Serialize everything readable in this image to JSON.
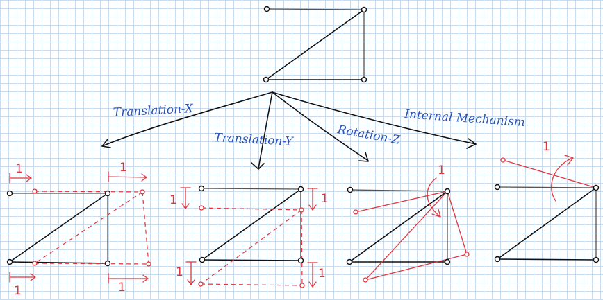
{
  "labels": {
    "translation_x": "Translation-X",
    "translation_y": "Translation-Y",
    "rotation_z": "Rotation-Z",
    "internal_mechanism": "Internal Mechanism",
    "unit": "1"
  }
}
